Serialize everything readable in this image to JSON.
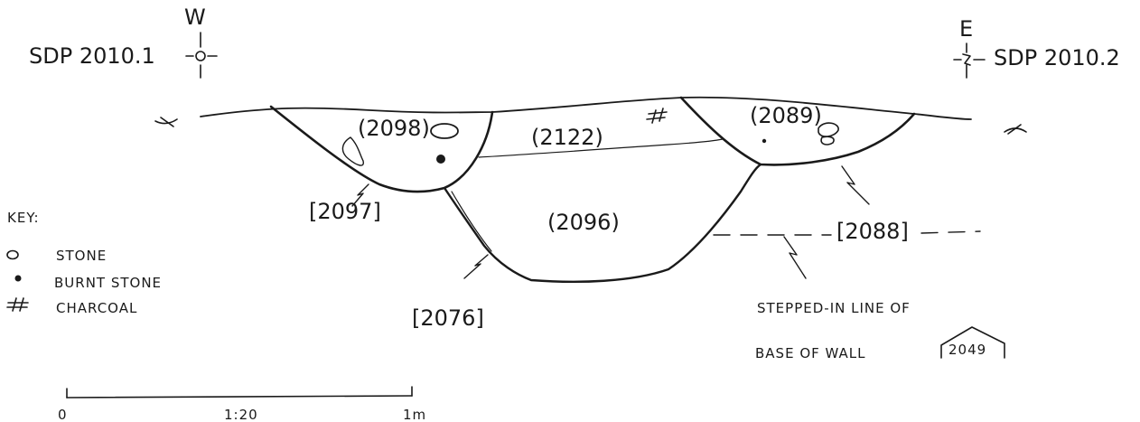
{
  "orientation": {
    "west": {
      "letter": "W",
      "station": "SDP 2010.1"
    },
    "east": {
      "letter": "E",
      "station": "SDP 2010.2"
    }
  },
  "contexts": {
    "fill_2098": "(2098)",
    "fill_2122": "(2122)",
    "fill_2089": "(2089)",
    "fill_2096": "(2096)",
    "cut_2097": "[2097]",
    "cut_2076": "[2076]",
    "cut_2088": "[2088]"
  },
  "note": {
    "line1": "STEPPED-IN LINE OF",
    "line2_prefix": "BASE OF WALL",
    "wall_number": "2049"
  },
  "key": {
    "title": "KEY:",
    "items": [
      {
        "symbol": "stone-icon",
        "label": "STONE"
      },
      {
        "symbol": "burnt-stone-icon",
        "label": "BURNT STONE"
      },
      {
        "symbol": "charcoal-icon",
        "label": "CHARCOAL"
      }
    ]
  },
  "scale_bar": {
    "start": "0",
    "ratio": "1:20",
    "end": "1m"
  }
}
